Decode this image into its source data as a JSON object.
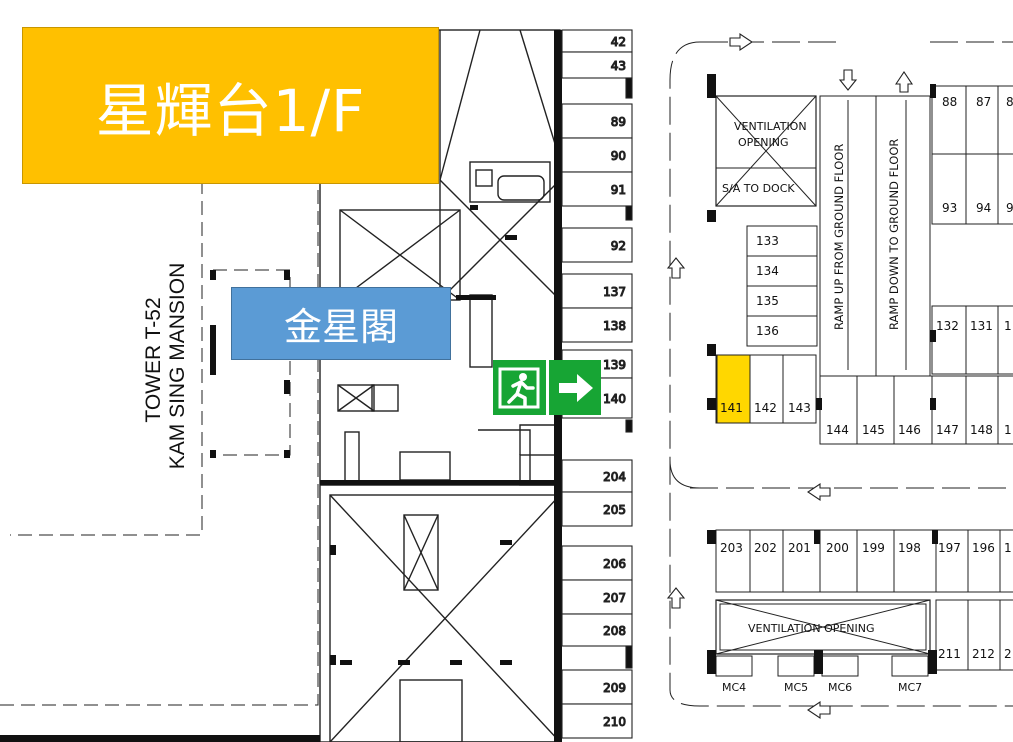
{
  "map_title": "星輝台1/F",
  "building_label": "金星閣",
  "tower": {
    "line1": "TOWER T-52",
    "line2": "KAM SING MANSION"
  },
  "ramps": {
    "up": "RAMP UP FROM GROUND FLOOR",
    "down": "RAMP DOWN TO GROUND FLOOR"
  },
  "ventilation": {
    "top_line1": "VENTILATION",
    "top_line2": "OPENING",
    "sa_to_dock": "S/A TO DOCK",
    "bottom": "VENTILATION OPENING"
  },
  "column_slots": [
    "42",
    "43",
    "89",
    "90",
    "91",
    "92",
    "137",
    "138",
    "139",
    "140",
    "204",
    "205",
    "206",
    "207",
    "208",
    "209",
    "210"
  ],
  "row_slots_top": [
    "88",
    "87",
    "8"
  ],
  "row_slots_second": [
    "93",
    "94",
    "9"
  ],
  "inner_slots": [
    "133",
    "134",
    "135",
    "136"
  ],
  "row_slots_mid": [
    "132",
    "131",
    "1"
  ],
  "bottom_row_slots": [
    "141",
    "142",
    "143",
    "144",
    "145",
    "146",
    "147",
    "148",
    "1"
  ],
  "highlighted_slot": "141",
  "lower_row_slots": [
    "203",
    "202",
    "201",
    "200",
    "199",
    "198",
    "197",
    "196",
    "1"
  ],
  "lower_right_slots": [
    "211",
    "212",
    "2"
  ],
  "motorcycle_slots": [
    "MC4",
    "MC5",
    "MC6",
    "MC7"
  ],
  "colors": {
    "title_bg": "#ffc000",
    "building_bg": "#5b9bd5",
    "exit_green": "#17a534",
    "highlight": "#ffd700"
  }
}
